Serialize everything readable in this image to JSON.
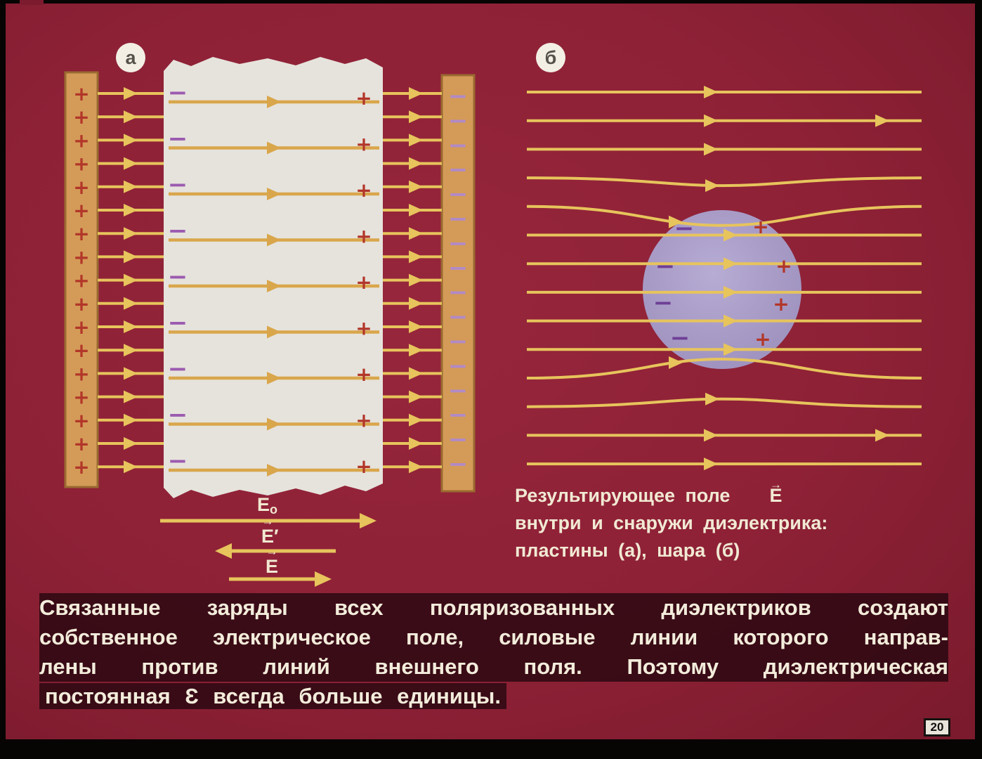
{
  "slide_number": "20",
  "symbols": {
    "plus": "+",
    "minus": "−",
    "vector_arrow": "→"
  },
  "panel_a": {
    "badge": "а",
    "e0_base": "E",
    "e0_sub": "o",
    "e1_base": "E",
    "e1_mark": "′",
    "e2_base": "E"
  },
  "panel_b": {
    "badge": "б",
    "caption_line1_text": "Результирующее поле",
    "caption_vector": "E",
    "caption_line2": "внутри и снаружи диэлектрика:",
    "caption_line3": "пластины (а),  шара (б)"
  },
  "paragraph": {
    "line1": "Связанные заряды всех поляризованных диэлектриков создают",
    "line2": "собственное электрическое поле, силовые линии которого направ-",
    "line3": "лены против линий внешнего поля. Поэтому диэлектрическая",
    "line4": "постоянная Ɛ всегда больше единицы."
  },
  "counts": {
    "plate_left_plus": 17,
    "plate_right_minus": 16,
    "slab_minus": 9,
    "slab_plus": 9,
    "gap_lines": 17,
    "slab_lines": 9,
    "field_lines_b": 14,
    "sphere_minus": 4,
    "sphere_plus": 4
  },
  "colors": {
    "background": "#8e2136",
    "film_border": "#070404",
    "field_line": "#e7c45c",
    "slab_line": "#d9a64b",
    "plate_fill": "#d49b58",
    "plate_edge": "#9a6a30",
    "slab_fill": "#e6e3dc",
    "sphere_fill": "#a89bc6",
    "plus": "#b23629",
    "minus_plate": "#b18ac6",
    "minus_slab": "#9c5bb0",
    "minus_sphere": "#6f3f96",
    "text": "#f3ecdb",
    "text_highlight": "#22060e"
  }
}
